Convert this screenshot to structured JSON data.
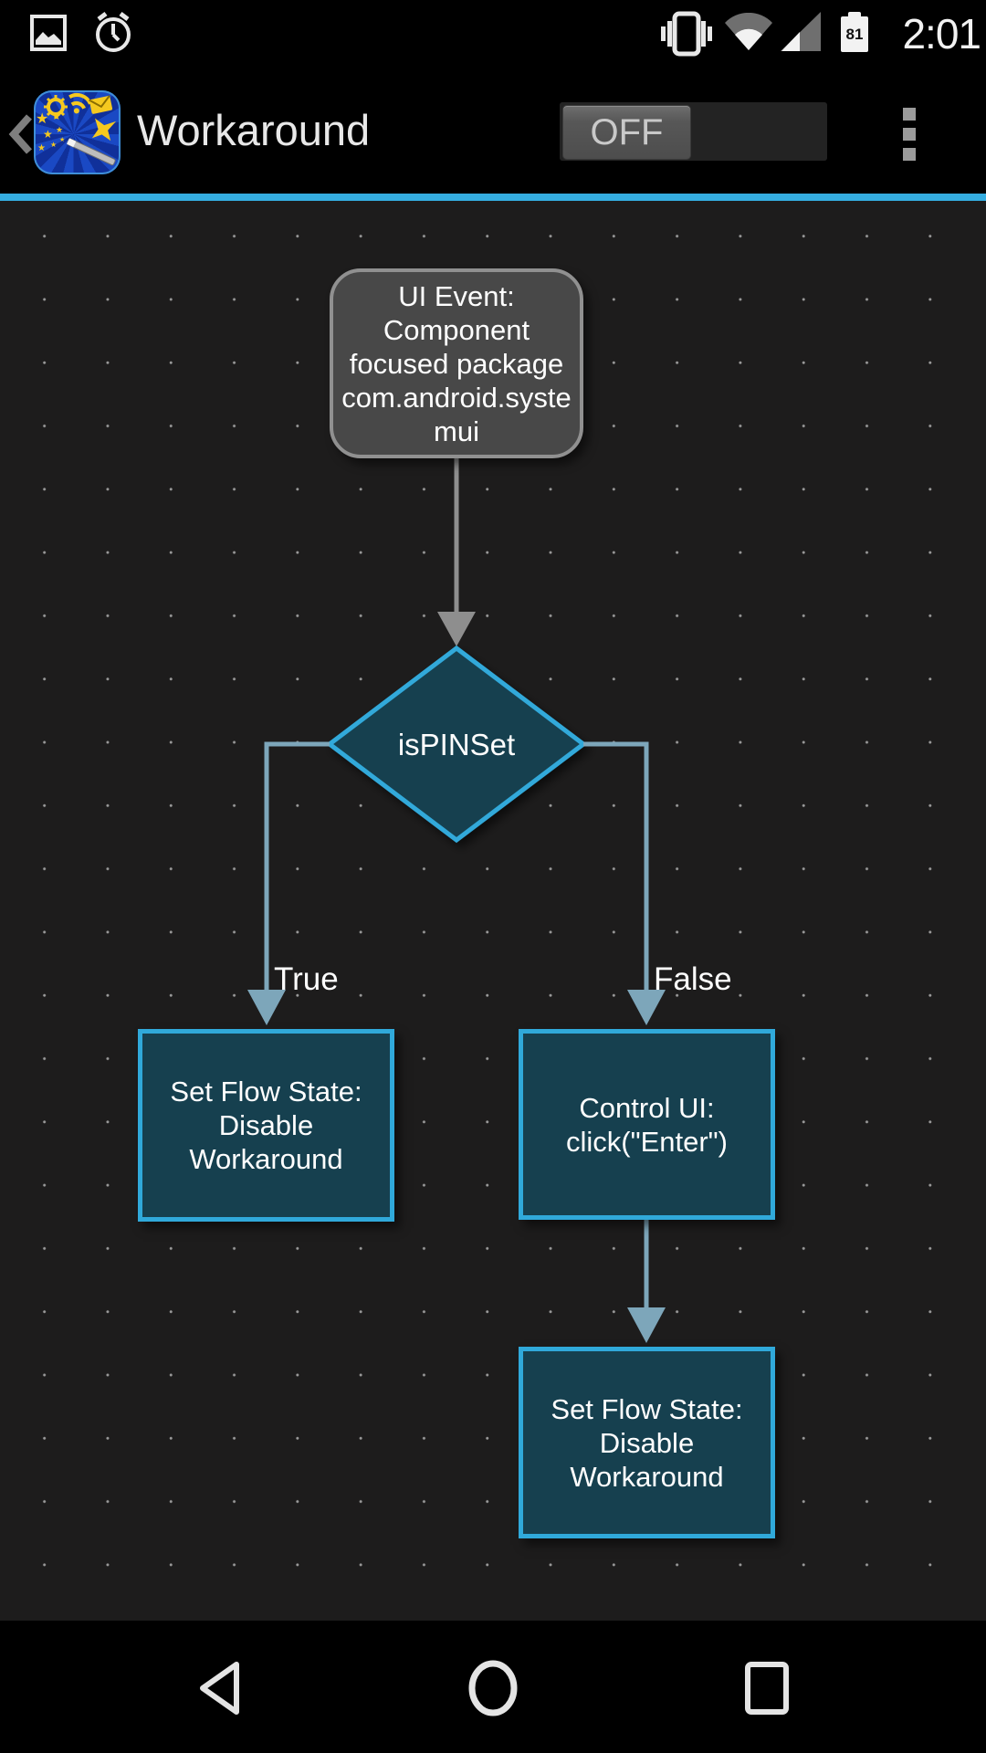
{
  "status_bar": {
    "time": "2:01",
    "battery_level": "81",
    "icons": [
      "image-notification-icon",
      "alarm-notification-icon",
      "vibrate-icon",
      "wifi-icon",
      "cell-signal-icon",
      "battery-icon"
    ]
  },
  "app_bar": {
    "title": "Workaround",
    "app_icon": "automate-magic-wand-icon",
    "toggle": {
      "label": "OFF",
      "state": "off"
    },
    "overflow_menu": "more-options"
  },
  "flowchart": {
    "nodes": [
      {
        "id": "ui-event",
        "shape": "rounded-rectangle",
        "lines": [
          "UI Event:",
          "Component",
          "focused package",
          "com.android.syste",
          "mui"
        ]
      },
      {
        "id": "decision",
        "shape": "diamond",
        "label": "isPINSet"
      },
      {
        "id": "set-flow-state-true",
        "shape": "rectangle",
        "lines": [
          "Set Flow State:",
          "Disable",
          "Workaround"
        ]
      },
      {
        "id": "control-ui",
        "shape": "rectangle",
        "lines": [
          "Control UI:",
          "click(\"Enter\")"
        ]
      },
      {
        "id": "set-flow-state-false",
        "shape": "rectangle",
        "lines": [
          "Set Flow State:",
          "Disable",
          "Workaround"
        ]
      }
    ],
    "edge_labels": {
      "true_label": "True",
      "false_label": "False"
    }
  },
  "nav_bar": {
    "icons": [
      "back-icon",
      "home-icon",
      "recents-icon"
    ]
  },
  "colors": {
    "accent_blue": "#35ade0",
    "node_border_blue": "#30a9da",
    "node_fill_teal": "#16404f",
    "node_fill_gray": "#484848",
    "node_border_gray": "#909090",
    "connector_steel": "#7da6ba",
    "connector_gray": "#8e8e8e",
    "canvas_bg": "#1d1c1c"
  }
}
